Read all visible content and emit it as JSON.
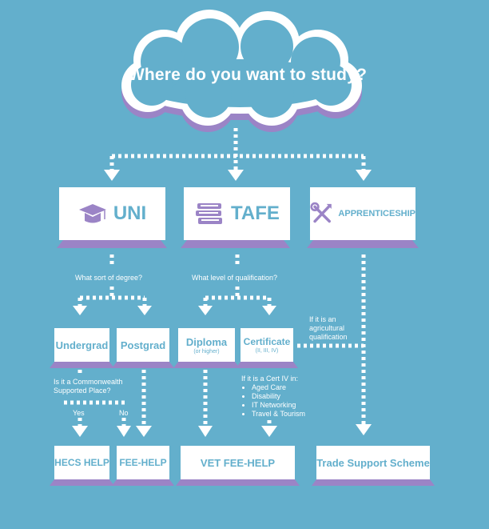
{
  "title": "Where do you want to study?",
  "categories": {
    "uni": {
      "label": "UNI",
      "icon": "graduation-cap-icon"
    },
    "tafe": {
      "label": "TAFE",
      "icon": "books-icon"
    },
    "apprenticeship": {
      "label": "APPRENTICESHIP",
      "icon": "tools-icon"
    }
  },
  "questions": {
    "degree": "What sort of degree?",
    "qualification": "What level of qualification?",
    "commonwealth": "Is it a Commonwealth Supported Place?",
    "agricultural": "If it is an agricultural qualification",
    "cert_iv": "If it is a Cert IV in:"
  },
  "cert_iv_fields": [
    "Aged Care",
    "Disability",
    "IT Networking",
    "Travel & Tourism"
  ],
  "answers": {
    "yes": "Yes",
    "no": "No"
  },
  "qualifications": {
    "undergrad": "Undergrad",
    "postgrad": "Postgrad",
    "diploma": "Diploma",
    "diploma_sub": "(or higher)",
    "certificate": "Certificate",
    "certificate_sub": "(II, III, IV)"
  },
  "outcomes": {
    "hecs": "HECS HELP",
    "fee": "FEE-HELP",
    "vet": "VET FEE-HELP",
    "trade": "Trade Support Scheme"
  },
  "colors": {
    "background": "#63afcc",
    "box": "#ffffff",
    "box_shadow": "#9b84c6",
    "text_accent": "#63afcc",
    "icon": "#9b84c6"
  }
}
